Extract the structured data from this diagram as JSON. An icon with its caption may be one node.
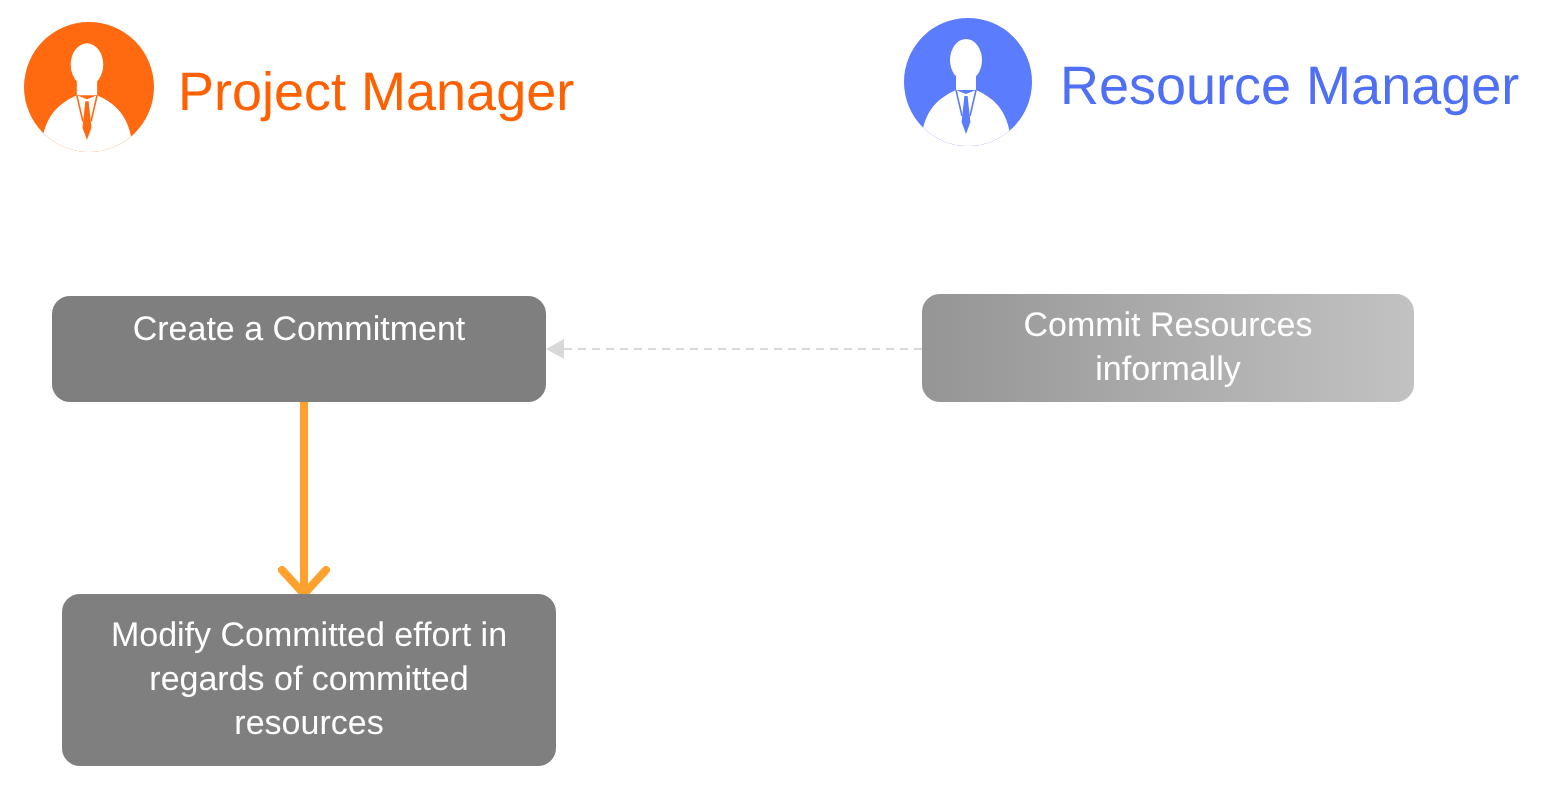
{
  "diagram": {
    "nodes": [
      {
        "text": [
          "Create a Commitment"
        ]
      },
      {
        "text": [
          "Commit Resources informally"
        ]
      },
      {
        "text": [
          "Modify Committed effort in regards of committed resources"
        ]
      }
    ],
    "edges": [
      {
        "from": 1,
        "to": 0,
        "arrow": "to",
        "style": "dashed",
        "color": "#d9d9d9"
      },
      {
        "from": 0,
        "to": 2,
        "arrow": "to",
        "style": "thick",
        "color": "#ffa12e"
      }
    ],
    "labels": [
      "Project Manager",
      "Resource Manager"
    ]
  }
}
